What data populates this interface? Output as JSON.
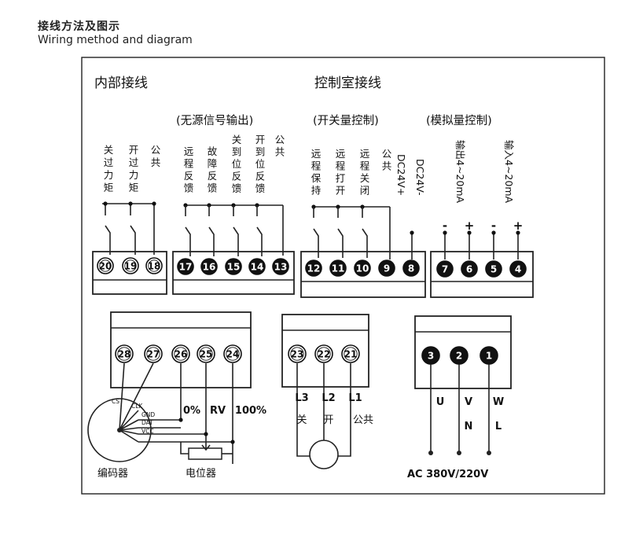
{
  "header": {
    "title_cn": "接线方法及图示",
    "title_en": "Wiring method and diagram"
  },
  "sections": {
    "internal": "内部接线",
    "control_room": "控制室接线",
    "passive_output": "(无源信号输出)",
    "switch_control": "(开关量控制)",
    "analog_control": "(模拟量控制)"
  },
  "internal_labels": [
    {
      "terminal": "20",
      "text": "关过力矩"
    },
    {
      "terminal": "19",
      "text": "开过力矩"
    },
    {
      "terminal": "18",
      "text": "公共"
    }
  ],
  "passive_labels": [
    {
      "terminal": "17",
      "text": "远程反馈"
    },
    {
      "terminal": "16",
      "text": "故障反馈"
    },
    {
      "terminal": "15",
      "text": "关到位反馈"
    },
    {
      "terminal": "14",
      "text": "开到位反馈"
    },
    {
      "terminal": "13",
      "text": "公共"
    }
  ],
  "switch_labels": [
    {
      "terminal": "12",
      "text": "远程保持"
    },
    {
      "terminal": "11",
      "text": "远程打开"
    },
    {
      "terminal": "10",
      "text": "远程关闭"
    },
    {
      "terminal": "9",
      "text": "公共"
    }
  ],
  "dc_labels": {
    "plus": "DC24V+",
    "minus": "DC24V-"
  },
  "analog_labels": [
    {
      "text": "输出4~20mA"
    },
    {
      "text": "输入4~20mA"
    }
  ],
  "analog_polarity": [
    "-",
    "+",
    "-",
    "+"
  ],
  "terminals": {
    "block_internal": [
      "20",
      "19",
      "18"
    ],
    "block_passive": [
      "17",
      "16",
      "15",
      "14",
      "13"
    ],
    "block_switch": [
      "12",
      "11",
      "10",
      "9",
      "8"
    ],
    "block_analog": [
      "7",
      "6",
      "5",
      "4"
    ],
    "block_encoder": [
      "28",
      "27",
      "26",
      "25",
      "24"
    ],
    "block_motor": [
      "23",
      "22",
      "21"
    ],
    "block_power": [
      "3",
      "2",
      "1"
    ]
  },
  "encoder": {
    "pins": [
      "CS",
      "CLK",
      "GND",
      "DAT",
      "VCC"
    ],
    "label": "编码器"
  },
  "potentiometer": {
    "ticks": [
      "0%",
      "RV",
      "100%"
    ],
    "label": "电位器"
  },
  "motor": {
    "lines": [
      "L3",
      "L2",
      "L1"
    ],
    "meanings": [
      "关",
      "开",
      "公共"
    ]
  },
  "power": {
    "phases": [
      "U",
      "V",
      "W"
    ],
    "neutral": [
      "N",
      "L"
    ],
    "supply": "AC  380V/220V"
  }
}
